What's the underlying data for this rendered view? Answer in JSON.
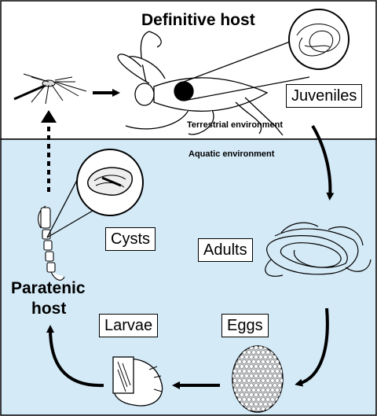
{
  "title": "Definitive host",
  "environments": {
    "terrestrial": "Terrestrial environment",
    "aquatic": "Aquatic environment"
  },
  "stages": {
    "juveniles": "Juveniles",
    "adults": "Adults",
    "eggs": "Eggs",
    "larvae": "Larvae",
    "cysts": "Cysts"
  },
  "paratenic": {
    "line1": "Paratenic",
    "line2": "host"
  },
  "colors": {
    "terrestrial_bg": "#ffffff",
    "aquatic_bg": "#d4eaf7",
    "ink": "#000000"
  }
}
